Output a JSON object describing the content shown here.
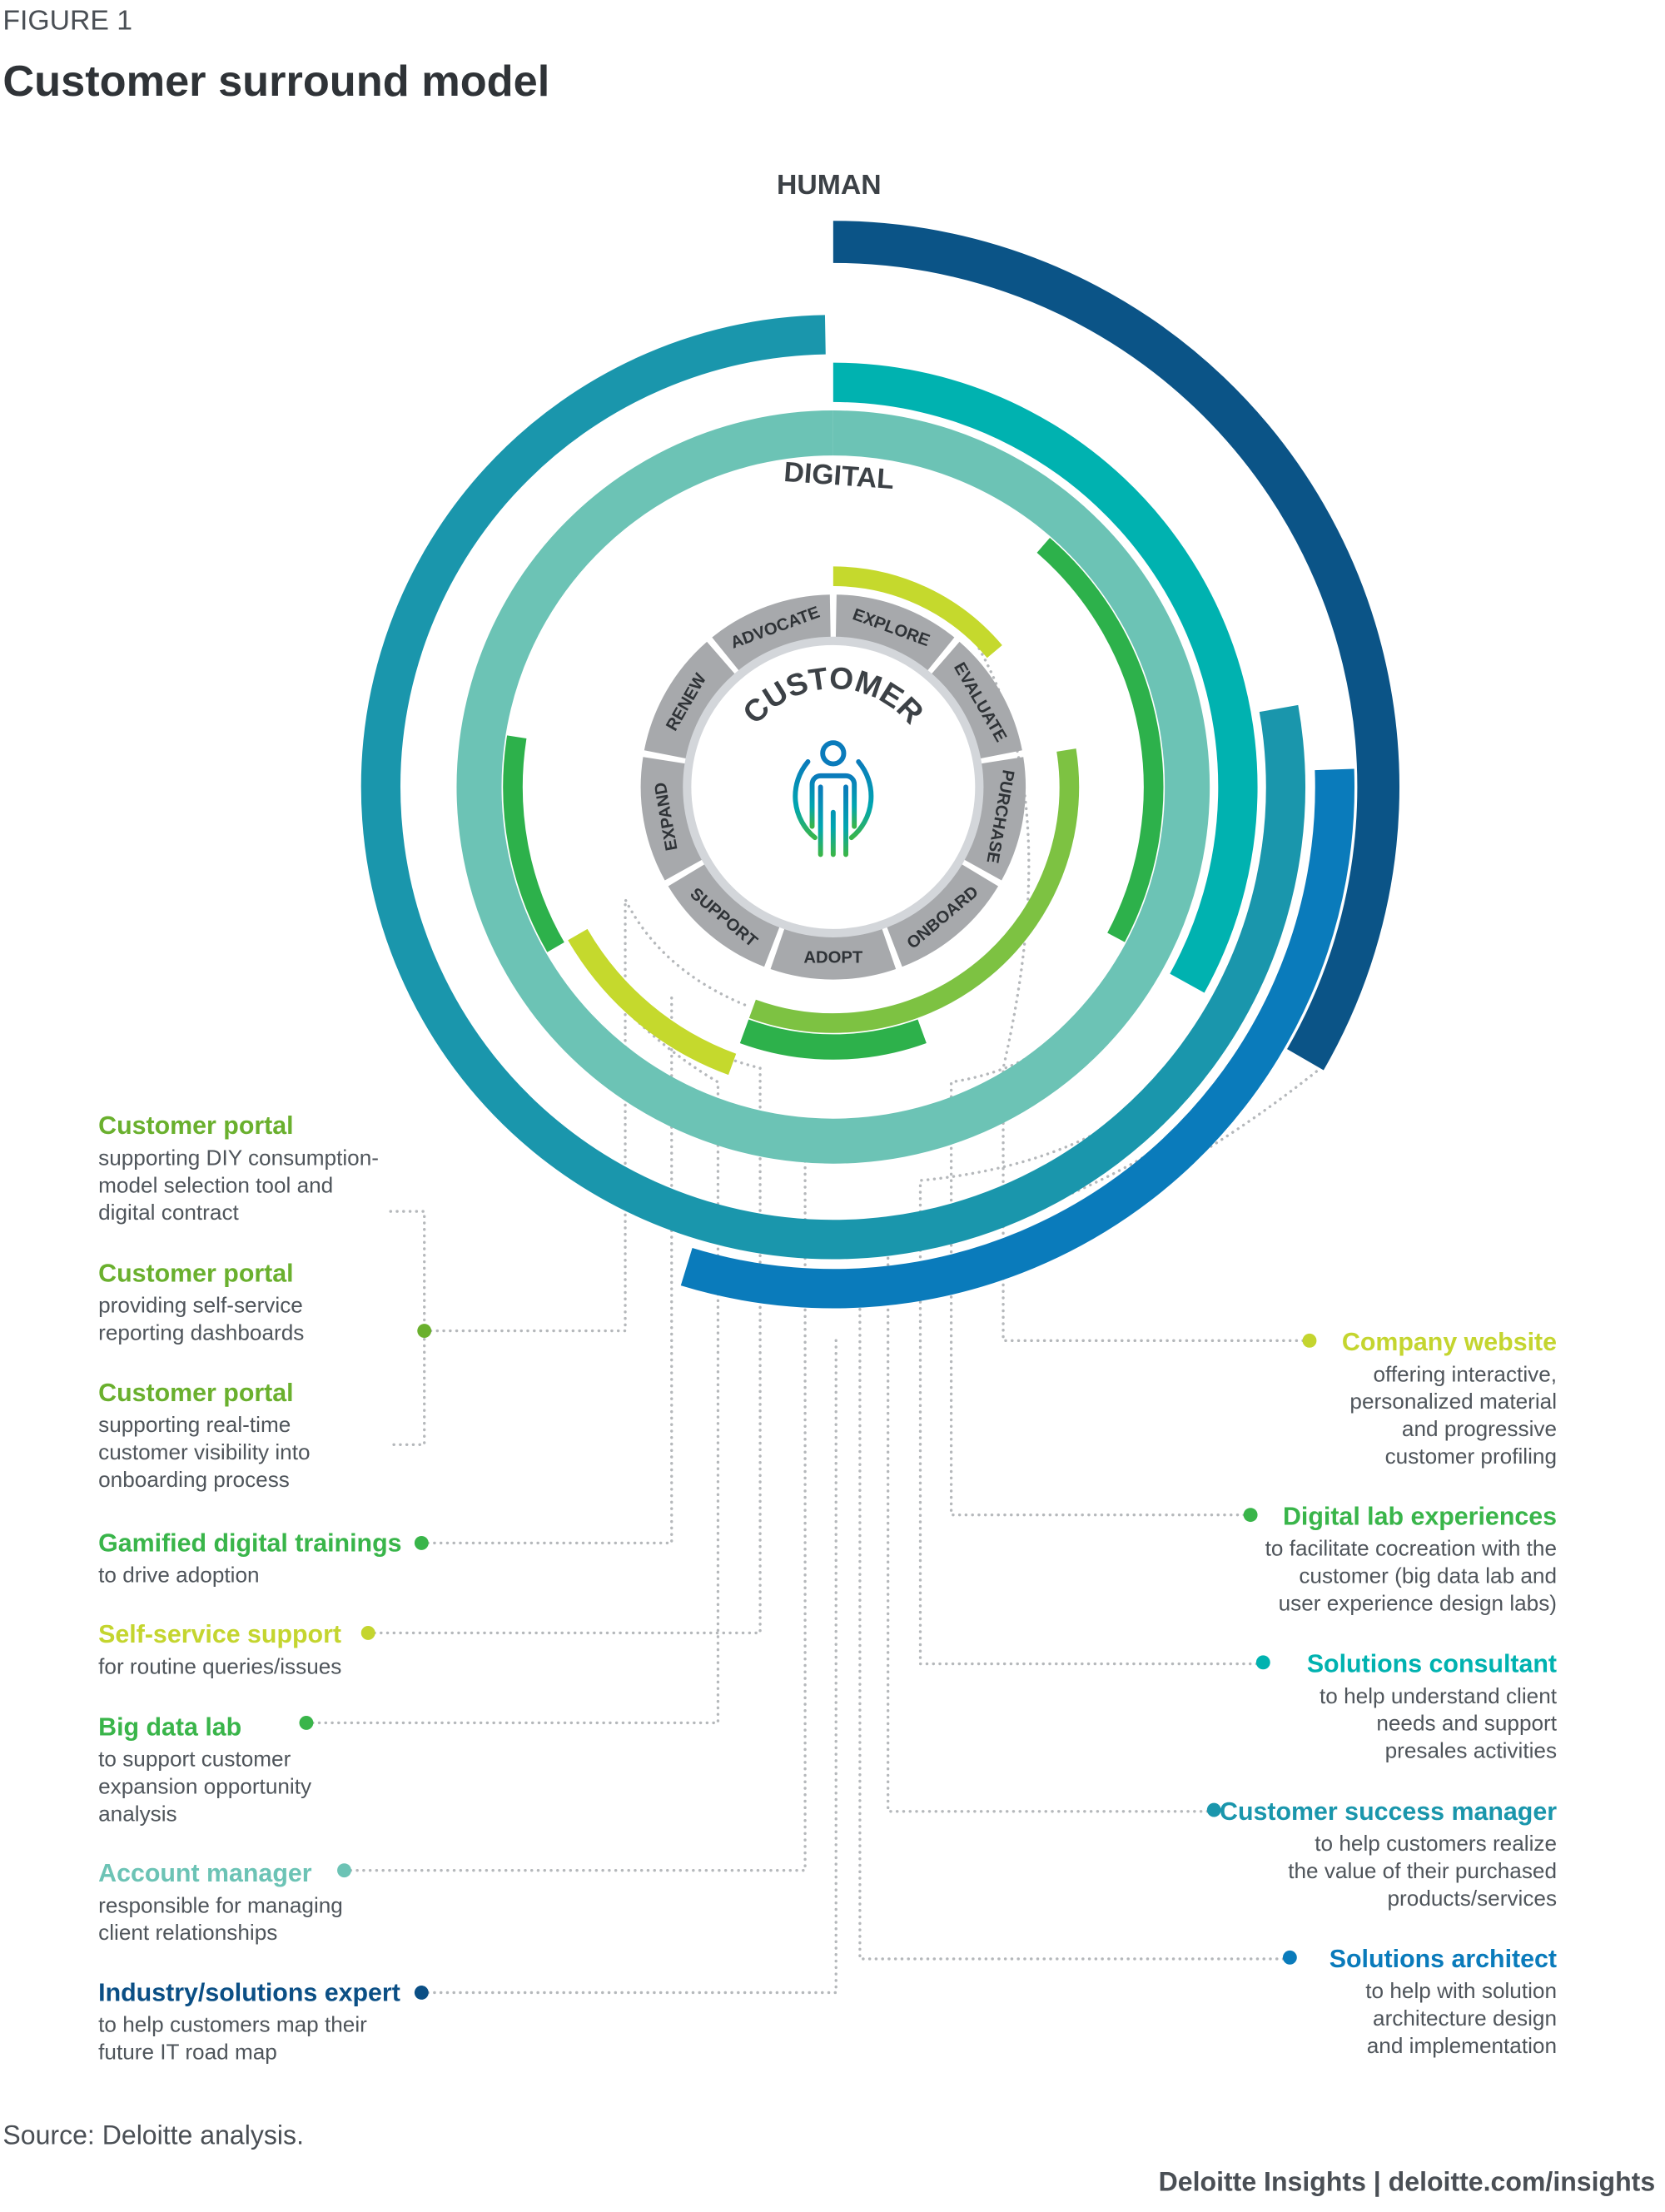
{
  "header": {
    "figure_label": "FIGURE 1",
    "title": "Customer surround model"
  },
  "rings": {
    "human": "HUMAN",
    "digital": "DIGITAL",
    "customer": "CUSTOMER"
  },
  "stages": [
    "EXPLORE",
    "EVALUATE",
    "PURCHASE",
    "ONBOARD",
    "ADOPT",
    "SUPPORT",
    "EXPAND",
    "RENEW",
    "ADVOCATE"
  ],
  "colors": {
    "human_dark": "#0b5487",
    "teal_blue": "#1a96ac",
    "blue": "#0a7bbb",
    "cyan": "#00b2b0",
    "light_teal": "#6cc3b5",
    "green": "#2db14b",
    "light_green": "#7dc242",
    "yellow_green": "#c5d92d",
    "portal_green": "#6ab02e",
    "navy": "#0b4f85",
    "segment_gray": "#a7a9ac"
  },
  "left_labels": [
    {
      "title": "Customer portal",
      "lines": [
        "supporting DIY consumption-",
        "model selection tool and",
        "digital contract"
      ],
      "color": "#6ab02e"
    },
    {
      "title": "Customer portal",
      "lines": [
        "providing self-service",
        "reporting dashboards"
      ],
      "color": "#6ab02e"
    },
    {
      "title": "Customer portal",
      "lines": [
        "supporting real-time",
        "customer visibility into",
        "onboarding process"
      ],
      "color": "#6ab02e"
    },
    {
      "title": "Gamified digital trainings",
      "lines": [
        "to drive adoption"
      ],
      "color": "#39b54a"
    },
    {
      "title": "Self-service support",
      "lines": [
        "for routine queries/issues"
      ],
      "color": "#c4d52f"
    },
    {
      "title": "Big data lab",
      "lines": [
        "to support customer",
        "expansion opportunity",
        "analysis"
      ],
      "color": "#39b54a"
    },
    {
      "title": "Account manager",
      "lines": [
        "responsible for managing",
        "client relationships"
      ],
      "color": "#6cc3b5"
    },
    {
      "title": "Industry/solutions expert",
      "lines": [
        "to help customers map their",
        "future IT road map"
      ],
      "color": "#0b4f85"
    }
  ],
  "right_labels": [
    {
      "title": "Company website",
      "lines": [
        "offering interactive,",
        "personalized material",
        "and progressive",
        "customer profiling"
      ],
      "color": "#c4d52f"
    },
    {
      "title": "Digital lab experiences",
      "lines": [
        "to facilitate cocreation with the",
        "customer (big data lab and",
        "user experience design labs)"
      ],
      "color": "#39b54a"
    },
    {
      "title": "Solutions consultant",
      "lines": [
        "to help understand client",
        "needs and support",
        "presales activities"
      ],
      "color": "#00b2b0"
    },
    {
      "title": "Customer success manager",
      "lines": [
        "to help customers realize",
        "the value of their purchased",
        "products/services"
      ],
      "color": "#1a96ac"
    },
    {
      "title": "Solutions architect",
      "lines": [
        "to help with solution",
        "architecture design",
        "and implementation"
      ],
      "color": "#0a7bbb"
    }
  ],
  "footer": {
    "source": "Source: Deloitte analysis.",
    "brand": "Deloitte Insights | deloitte.com/insights"
  }
}
